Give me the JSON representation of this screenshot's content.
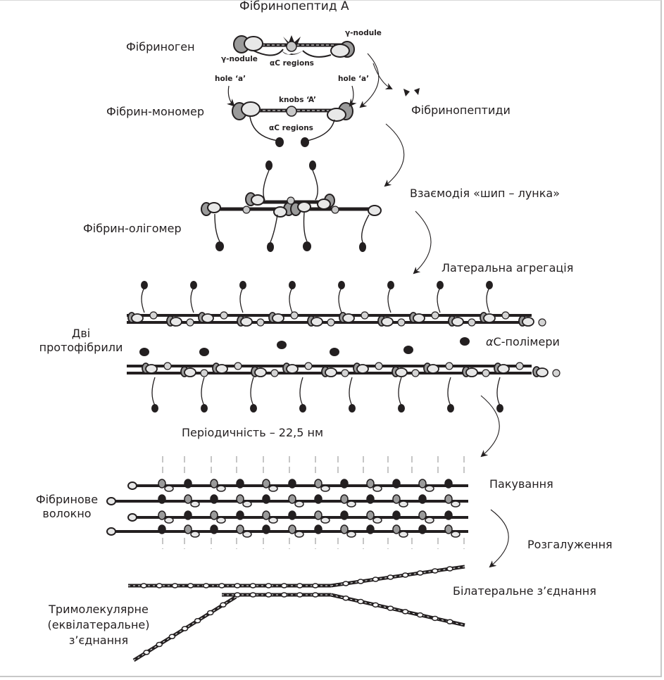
{
  "figure": {
    "type": "fibrin polymerization schematic",
    "stages": [
      {
        "id": "fibrinogen",
        "label": "Фібриноген"
      },
      {
        "id": "fibrin-monomer",
        "label": "Фібрин-мономер"
      },
      {
        "id": "fibrin-oligomer",
        "label": "Фібрин-олігомер"
      },
      {
        "id": "two-protofibrils",
        "label_line1": "Дві",
        "label_line2": "протофібрили"
      },
      {
        "id": "fibrin-fiber",
        "label_line1": "Фібринове",
        "label_line2": "волокно"
      },
      {
        "id": "trimolecular-junction",
        "label_line1": "Тримолекулярне",
        "label_line2": "(еквілатеральне)",
        "label_line3": "з’єднання"
      }
    ],
    "process_labels": {
      "fibrinopeptide_a": "Фібринопептид А",
      "fibrinopeptides": "Фібринопептиди",
      "knob_hole": "Взаємодія «шип – лунка»",
      "lateral_aggregation": "Латеральна агрегація",
      "ac_polymers_prefix": "α",
      "ac_polymers_rest": "C-полімери",
      "periodicity": "Періодичність – 22,5 нм",
      "packing": "Пакування",
      "branching": "Розгалуження",
      "bilateral_junction": "Білатеральне з’єднання"
    },
    "annotations": {
      "gamma_nodule_left": "γ-nodule",
      "gamma_nodule_right": "γ-nodule",
      "ac_regions_top": "αC regions",
      "hole_a_left": "hole ‘a’",
      "hole_a_right": "hole ‘a’",
      "knobs_a": "knobs ‘A’",
      "ac_regions_monomer": "αC regions"
    },
    "periodicity_nm": 22.5,
    "colors": {
      "ink": "#231f20",
      "d_domain_gray": "#9a9a9a",
      "e_domain_light": "#d4d4d4",
      "nodule_light": "#e8e8e8",
      "dash_gray": "#8c8c8c"
    }
  }
}
